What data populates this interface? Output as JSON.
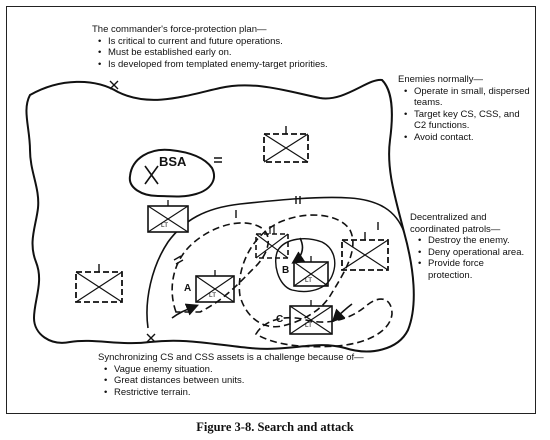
{
  "commander_plan": {
    "heading": "The commander's force-protection plan—",
    "bullets": [
      "Is critical to current and future operations.",
      "Must be established early on.",
      "Is developed from templated enemy-target priorities."
    ]
  },
  "enemies": {
    "heading": "Enemies normally—",
    "bullets": [
      "Operate in small, dispersed teams.",
      "Target key CS, CSS, and C2 functions.",
      "Avoid contact."
    ]
  },
  "patrols": {
    "heading": "Decentralized and coordinated patrols—",
    "bullets": [
      "Destroy the enemy.",
      "Deny operational area.",
      "Provide force protection."
    ]
  },
  "sync": {
    "heading": "Synchronizing CS and CSS assets is a challenge because of—",
    "bullets": [
      "Vague enemy situation.",
      "Great distances between units.",
      "Restrictive terrain."
    ]
  },
  "map": {
    "bsa_label": "BSA",
    "unit_label": "LT",
    "objective_a": "A",
    "objective_b": "B",
    "objective_c": "C",
    "boundary_x": "X",
    "boundary_ii": "II",
    "boundary_i": "I"
  },
  "caption": "Figure 3-8. Search and attack"
}
